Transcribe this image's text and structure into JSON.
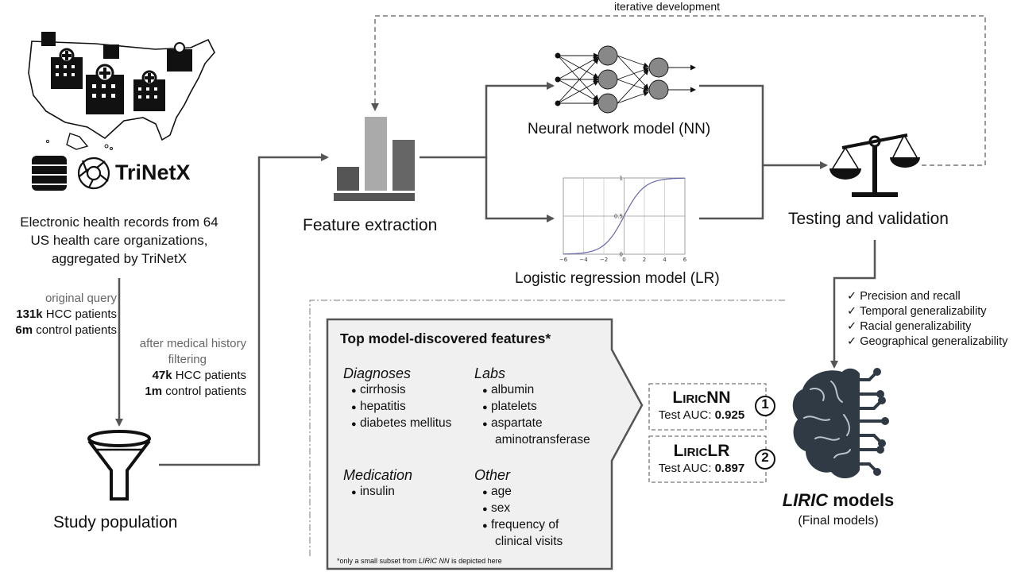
{
  "data_source": {
    "logo_text": "TriNetX",
    "description_lines": [
      "Electronic health records from 64",
      "US health care organizations,",
      "aggregated by TriNetX"
    ]
  },
  "original_query": {
    "label": "original query",
    "hcc_count": "131k",
    "hcc_label": "HCC patients",
    "control_count": "6m",
    "control_label": "control patients"
  },
  "filtered": {
    "label_line1": "after medical history",
    "label_line2": "filtering",
    "hcc_count": "47k",
    "hcc_label": "HCC patients",
    "control_count": "1m",
    "control_label": "control patients"
  },
  "study_population": {
    "label": "Study population"
  },
  "feature_extraction": {
    "label": "Feature extraction"
  },
  "nn_model": {
    "label": "Neural network model (NN)"
  },
  "lr_model": {
    "label": "Logistic regression model (LR)",
    "x_ticks": [
      "−6",
      "−4",
      "−2",
      "0",
      "2",
      "4",
      "6"
    ],
    "y_ticks": [
      "0",
      "0.5",
      "1"
    ]
  },
  "iterative": {
    "label": "iterative development"
  },
  "testing": {
    "label": "Testing and validation"
  },
  "checks": {
    "mark": "✓",
    "items": [
      "Precision and recall",
      "Temporal generalizability",
      "Racial generalizability",
      "Geographical generalizability"
    ]
  },
  "features": {
    "title": "Top model-discovered features*",
    "bullet": "●",
    "diagnoses": {
      "heading": "Diagnoses",
      "items": [
        "cirrhosis",
        "hepatitis",
        "diabetes mellitus"
      ]
    },
    "labs": {
      "heading": "Labs",
      "items": [
        "albumin",
        "platelets",
        "aspartate",
        "aminotransferase"
      ]
    },
    "medication": {
      "heading": "Medication",
      "items": [
        "insulin"
      ]
    },
    "other": {
      "heading": "Other",
      "items": [
        "age",
        "sex",
        "frequency of",
        "clinical visits"
      ]
    },
    "footnote_prefix": "*only a small subset from ",
    "footnote_model": "LIRIC NN",
    "footnote_suffix": " is depicted here"
  },
  "liric_nn": {
    "name_prefix": "Liric",
    "name_suffix": "NN",
    "auc_label": "Test AUC:",
    "auc_value": "0.925",
    "badge": "1"
  },
  "liric_lr": {
    "name_prefix": "Liric",
    "name_suffix": "LR",
    "auc_label": "Test AUC:",
    "auc_value": "0.897",
    "badge": "2"
  },
  "final": {
    "title_italic": "LIRIC",
    "title_rest": " models",
    "subtitle": "(Final models)"
  }
}
